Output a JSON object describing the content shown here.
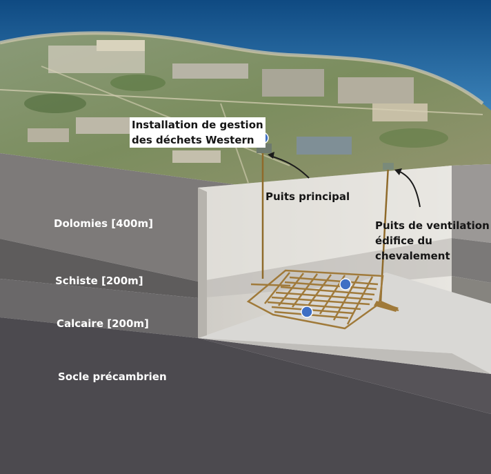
{
  "labels": {
    "facility_line1": "Installation de gestion",
    "facility_line2": "des déchets Western",
    "main_shaft": "Puits principal",
    "vent_line1": "Puits de ventilation",
    "vent_line2": "édifice du",
    "vent_line3": "chevalement"
  },
  "layers": [
    {
      "name": "Dolomies [400m]",
      "color": "#7d7a79"
    },
    {
      "name": "Schiste [200m]",
      "color": "#5e5c5c"
    },
    {
      "name": "Calcaire [200m]",
      "color": "#6a6869"
    },
    {
      "name": "Socle précambrien",
      "color": "#4c4a4f"
    }
  ],
  "colors": {
    "sea": "#1d5e96",
    "land": "#6f8a55",
    "repository": "#a07a3a",
    "marker": "#3f6fc4",
    "cavity_wall": "#e4e2dd",
    "cavity_floor": "#dcdcdc"
  }
}
